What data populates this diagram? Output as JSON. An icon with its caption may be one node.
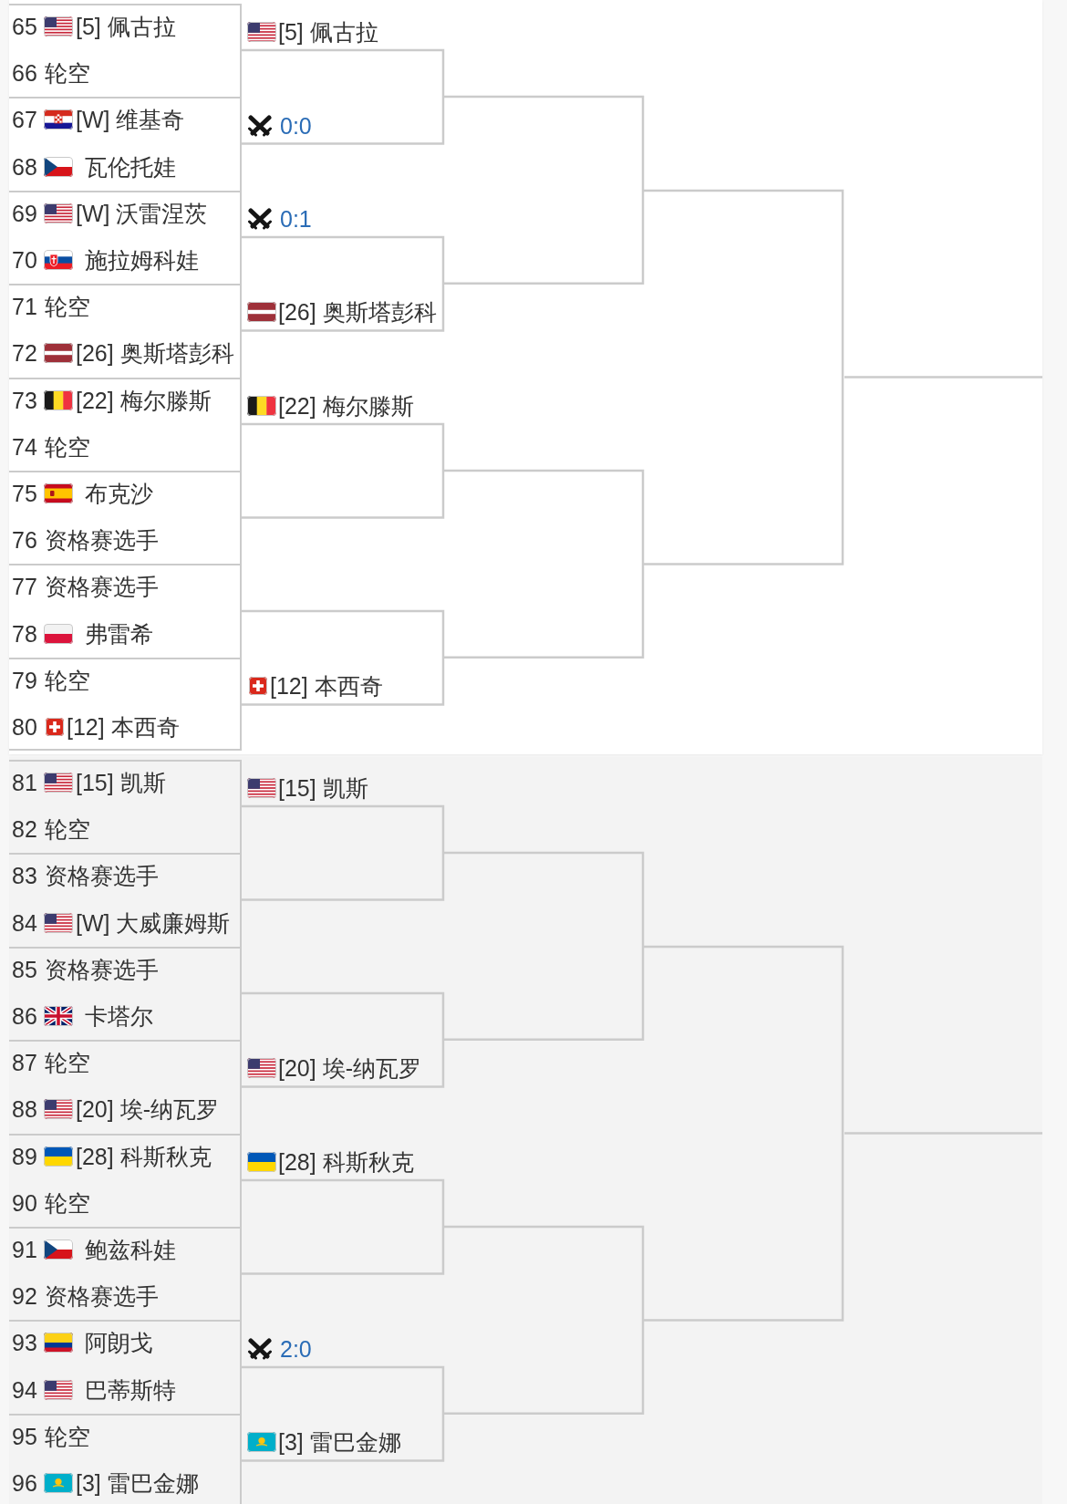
{
  "diagram": {
    "nodes": [
      {
        "text": [
          "65",
          "[5] 佩古拉",
          "66",
          "轮空"
        ]
      },
      {
        "text": [
          "67",
          "[W] 维基奇",
          "68",
          "瓦伦托娃"
        ]
      },
      {
        "text": [
          "69",
          "[W] 沃雷涅茨",
          "70",
          "施拉姆科娃"
        ]
      },
      {
        "text": [
          "71",
          "轮空",
          "72",
          "[26] 奥斯塔彭科"
        ]
      },
      {
        "text": [
          "73",
          "[22] 梅尔滕斯",
          "74",
          "轮空"
        ]
      },
      {
        "text": [
          "75",
          "布克沙",
          "76",
          "资格赛选手"
        ]
      },
      {
        "text": [
          "77",
          "资格赛选手",
          "78",
          "弗雷希"
        ]
      },
      {
        "text": [
          "79",
          "轮空",
          "80",
          "[12] 本西奇"
        ]
      },
      {
        "text": [
          "81",
          "[15] 凯斯",
          "82",
          "轮空"
        ]
      },
      {
        "text": [
          "83",
          "资格赛选手",
          "84",
          "[W] 大威廉姆斯"
        ]
      },
      {
        "text": [
          "85",
          "资格赛选手",
          "86",
          "卡塔尔"
        ]
      },
      {
        "text": [
          "87",
          "轮空",
          "88",
          "[20] 埃-纳瓦罗"
        ]
      },
      {
        "text": [
          "89",
          "[28] 科斯秋克",
          "90",
          "轮空"
        ]
      },
      {
        "text": [
          "91",
          "鲍兹科娃",
          "92",
          "资格赛选手"
        ]
      },
      {
        "text": [
          "93",
          "阿朗戈",
          "94",
          "巴蒂斯特"
        ]
      },
      {
        "text": [
          "95",
          "轮空",
          "96",
          "[3] 雷巴金娜"
        ]
      },
      {
        "text": [
          "[5] 佩古拉",
          "0:0"
        ]
      },
      {
        "text": [
          "0:1",
          "[26] 奥斯塔彭科"
        ]
      },
      {
        "text": [
          "[22] 梅尔滕斯"
        ]
      },
      {
        "text": [
          "[12] 本西奇"
        ]
      },
      {
        "text": [
          "[15] 凯斯"
        ]
      },
      {
        "text": [
          "[20] 埃-纳瓦罗"
        ]
      },
      {
        "text": [
          "[28] 科斯秋克"
        ]
      },
      {
        "text": [
          "2:0",
          "[3] 雷巴金娜"
        ]
      },
      {
        "text": [],
        "shape": "bracket"
      },
      {
        "text": [],
        "shape": "bracket"
      },
      {
        "text": [],
        "shape": "bracket"
      },
      {
        "text": [],
        "shape": "bracket"
      },
      {
        "text": [],
        "shape": "bracket"
      },
      {
        "text": [],
        "shape": "bracket"
      }
    ],
    "edges": [
      {
        "from": 28,
        "to": null,
        "arrow": "none"
      },
      {
        "from": 29,
        "to": null,
        "arrow": "none"
      }
    ]
  }
}
